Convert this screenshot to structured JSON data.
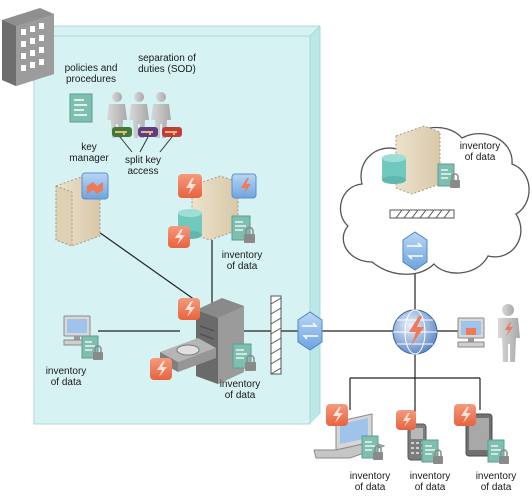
{
  "labels": {
    "policies": [
      "policies and",
      "procedures"
    ],
    "sod": [
      "separation of",
      "duties (SOD)"
    ],
    "key_manager": [
      "key",
      "manager"
    ],
    "split_key": [
      "split key",
      "access"
    ],
    "inventory": [
      "inventory",
      "of data"
    ]
  },
  "colors": {
    "datacenter_fill": "#c9eeee",
    "datacenter_stroke": "#9fd4d4",
    "encryption_badge": "#f07a57",
    "key_badge": "#8fb4ea",
    "server_tan": "#e7d9c0",
    "cylinder": "#6fc9bf",
    "switch_blue": "#7fb6ea",
    "line": "#222222"
  },
  "icons": [
    "building-icon",
    "document-icon",
    "person-icon",
    "key-icon",
    "lock-icon",
    "server-icon",
    "database-icon",
    "encryption-badge-icon",
    "key-badge-icon",
    "switch-icon",
    "firewall-icon",
    "globe-icon",
    "cloud-icon",
    "desktop-icon",
    "laptop-icon",
    "phone-icon",
    "tablet-icon",
    "storage-drive-icon"
  ]
}
